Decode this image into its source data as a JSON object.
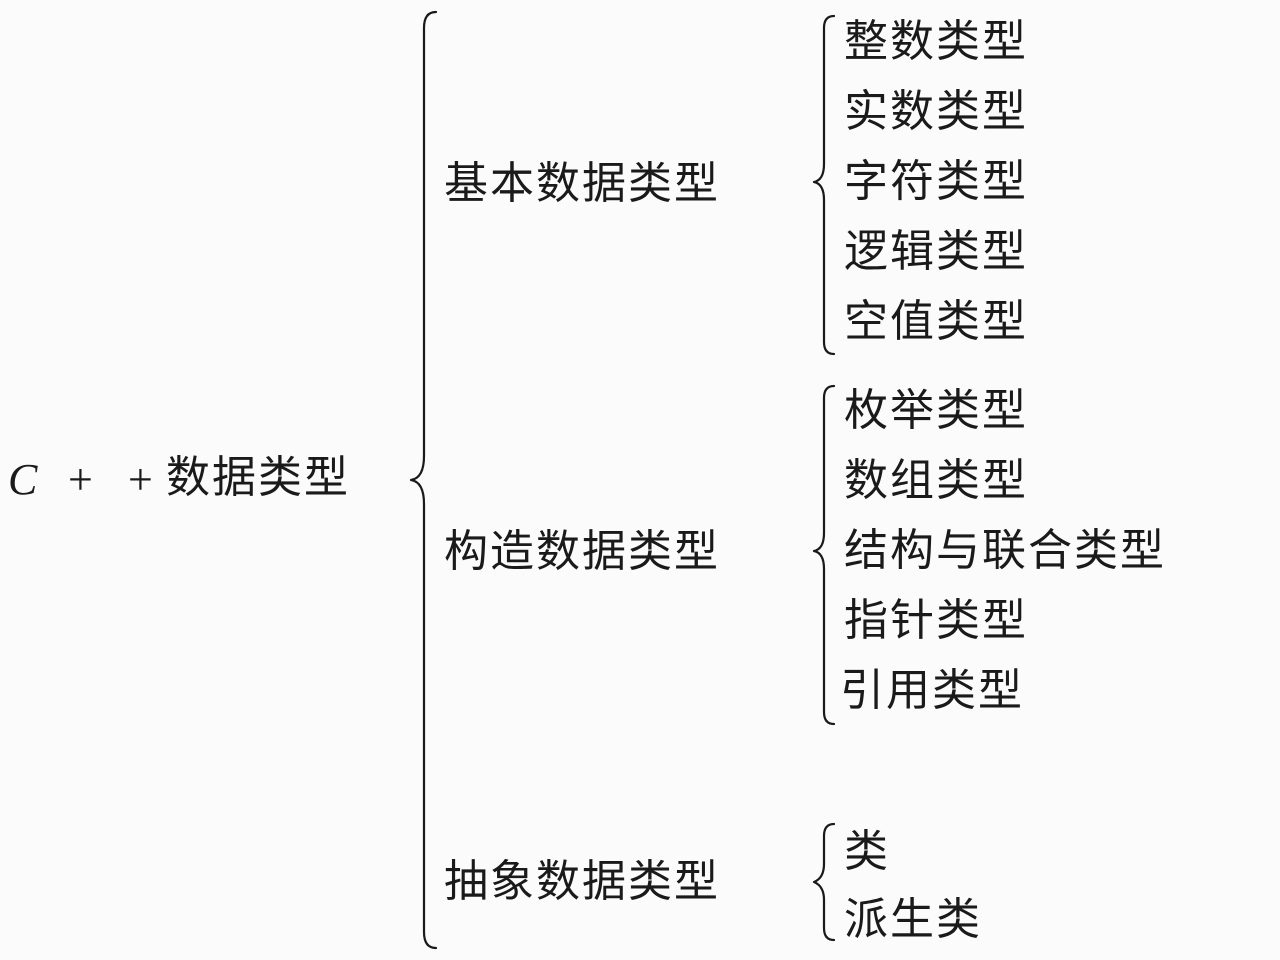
{
  "root": {
    "c": "C",
    "plus1": "+",
    "plus2": "+",
    "label": "数据类型"
  },
  "categories": [
    {
      "label": "基本数据类型",
      "items": [
        "整数类型",
        "实数类型",
        "字符类型",
        "逻辑类型",
        "空值类型"
      ]
    },
    {
      "label": "构造数据类型",
      "items": [
        "枚举类型",
        "数组类型",
        "结构与联合类型",
        "指针类型",
        "引用类型"
      ]
    },
    {
      "label": "抽象数据类型",
      "items": [
        "类",
        "派生类"
      ]
    }
  ]
}
